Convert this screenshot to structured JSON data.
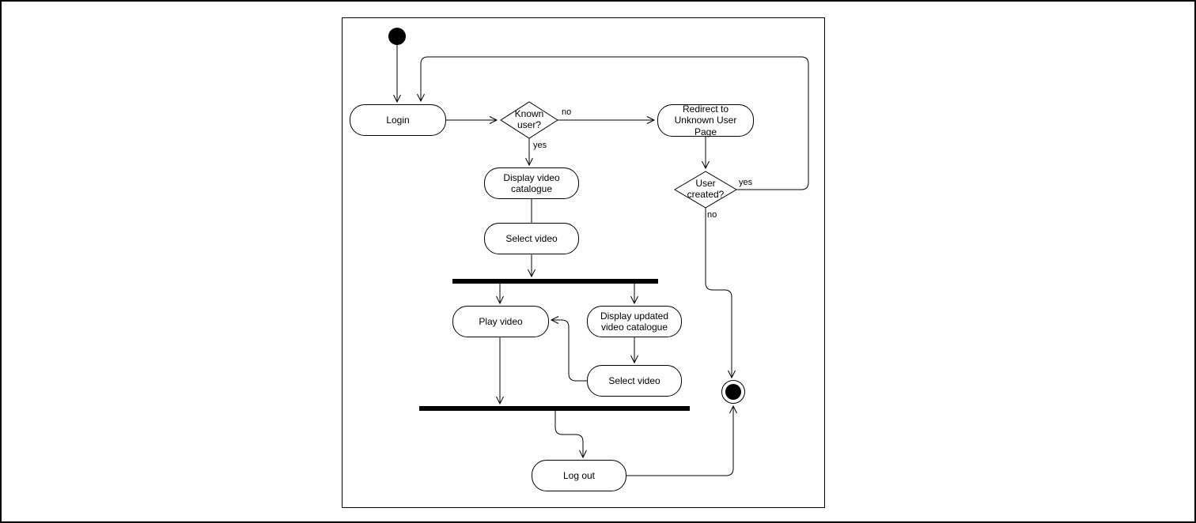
{
  "diagram_type": "uml-activity-diagram",
  "nodes": {
    "login": {
      "label": "Login"
    },
    "known_user": {
      "label": "Known user?"
    },
    "redirect_unknown": {
      "label": "Redirect to Unknown User Page"
    },
    "user_created": {
      "label": "User created?"
    },
    "display_catalogue": {
      "label": "Display video catalogue"
    },
    "select_video_1": {
      "label": "Select video"
    },
    "play_video": {
      "label": "Play video"
    },
    "display_updated_catalogue": {
      "label": "Display updated video catalogue"
    },
    "select_video_2": {
      "label": "Select video"
    },
    "log_out": {
      "label": "Log out"
    }
  },
  "edge_labels": {
    "known_user_no": "no",
    "known_user_yes": "yes",
    "user_created_yes": "yes",
    "user_created_no": "no"
  },
  "colors": {
    "stroke": "#000000",
    "node_fill": "#ffffff",
    "bar_fill": "#000000"
  }
}
